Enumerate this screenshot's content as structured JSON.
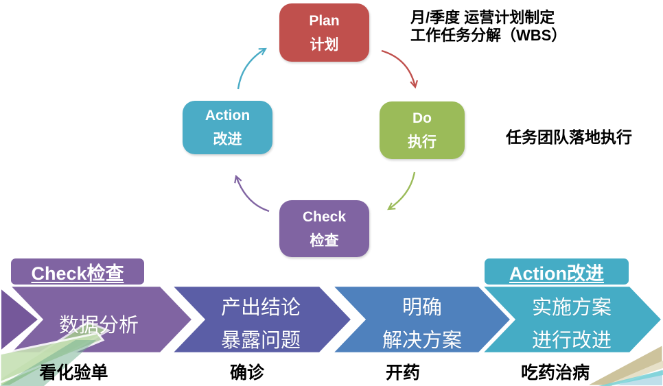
{
  "cycle": {
    "plan": {
      "en": "Plan",
      "zh": "计划"
    },
    "do": {
      "en": "Do",
      "zh": "执行"
    },
    "action": {
      "en": "Action",
      "zh": "改进"
    },
    "check": {
      "en": "Check",
      "zh": "检查"
    }
  },
  "annotations": {
    "plan_note_line1": "月/季度 运营计划制定",
    "plan_note_line2": "工作任务分解（WBS）",
    "do_note": "任务团队落地执行"
  },
  "process": {
    "check_label": "Check检查",
    "action_label": "Action改进",
    "steps": [
      {
        "lines": [
          "数据分析",
          ""
        ],
        "caption": "看化验单"
      },
      {
        "lines": [
          "产出结论",
          "暴露问题"
        ],
        "caption": "确诊"
      },
      {
        "lines": [
          "明确",
          "解决方案"
        ],
        "caption": "开药"
      },
      {
        "lines": [
          "实施方案",
          "进行改进"
        ],
        "caption": "吃药治病"
      }
    ]
  },
  "colors": {
    "plan": "#C0504D",
    "do": "#9BBB59",
    "action": "#4BACC6",
    "check": "#8064A2",
    "arrow_red": "#C0504D",
    "arrow_green": "#9BBB59",
    "arrow_teal": "#4BACC6",
    "arrow_purple": "#8064A2",
    "step1": "#8064A2",
    "step1_tail": "#75589A",
    "step2": "#5B5EA6",
    "step3": "#4F81BD",
    "step4": "#45ACC5",
    "check_label_bg": "#8064A2",
    "action_label_bg": "#45ACC5"
  }
}
